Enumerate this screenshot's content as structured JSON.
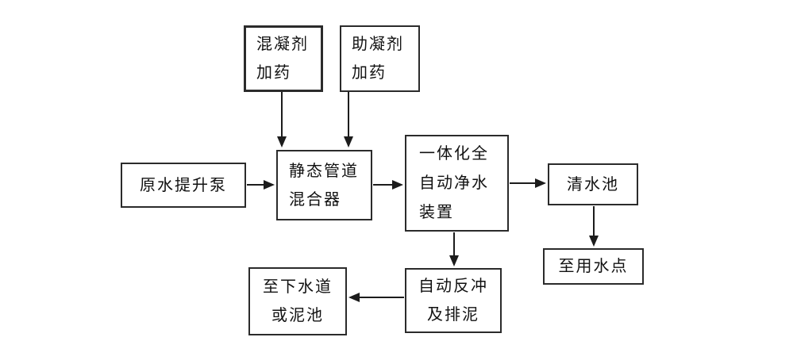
{
  "diagram": {
    "type": "flowchart",
    "background_color": "#ffffff",
    "box_border_color": "#2b2b2b",
    "text_color": "#111111",
    "arrow_color": "#1c1c1c",
    "nodes": {
      "coagulant_dosing": {
        "label": "混凝剂\n加药"
      },
      "coagulant_aid_dosing": {
        "label": "助凝剂\n加药"
      },
      "raw_water_pump": {
        "label": "原水提升泵"
      },
      "static_pipe_mixer": {
        "label": "静态管道\n混合器"
      },
      "integrated_purifier": {
        "label": "一体化全\n自动净水\n装置"
      },
      "clean_water_tank": {
        "label": "清水池"
      },
      "water_use_point": {
        "label": "至用水点"
      },
      "auto_backwash": {
        "label": "自动反冲\n及排泥"
      },
      "sewer_or_sludge": {
        "label": "至下水道\n或泥池"
      }
    },
    "edges": [
      {
        "from": "coagulant_dosing",
        "to": "static_pipe_mixer"
      },
      {
        "from": "coagulant_aid_dosing",
        "to": "static_pipe_mixer"
      },
      {
        "from": "raw_water_pump",
        "to": "static_pipe_mixer"
      },
      {
        "from": "static_pipe_mixer",
        "to": "integrated_purifier"
      },
      {
        "from": "integrated_purifier",
        "to": "clean_water_tank"
      },
      {
        "from": "clean_water_tank",
        "to": "water_use_point"
      },
      {
        "from": "integrated_purifier",
        "to": "auto_backwash"
      },
      {
        "from": "auto_backwash",
        "to": "sewer_or_sludge"
      }
    ]
  }
}
